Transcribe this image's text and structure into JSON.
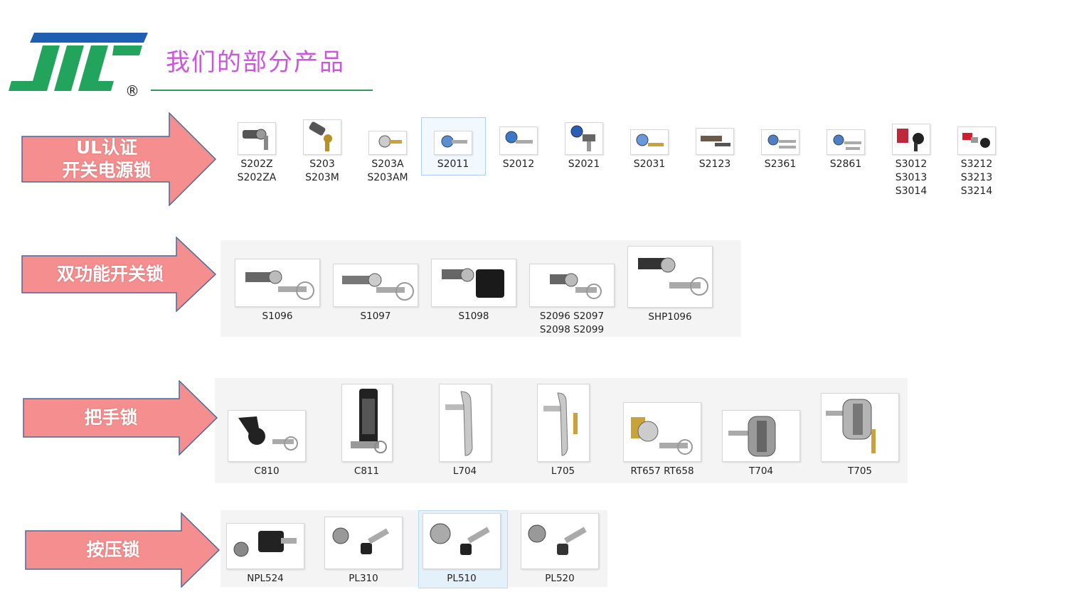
{
  "header": {
    "title": "我们的部分产品",
    "logo_mark": "®"
  },
  "colors": {
    "arrow_fill": "#f58f8f",
    "arrow_stroke": "#4a6a9a",
    "accent_green": "#2a9d5c",
    "logo_blue": "#1f5fb3",
    "logo_green": "#22a45d",
    "title_color": "#cc55dd"
  },
  "sections": [
    {
      "label_lines": [
        "UL认证",
        "开关电源锁"
      ],
      "items": [
        {
          "caption": [
            "S202Z",
            "S202ZA"
          ],
          "icon": "lock-key-icon"
        },
        {
          "caption": [
            "S203",
            "S203M"
          ],
          "icon": "lock-key-icon"
        },
        {
          "caption": [
            "S203A",
            "S203AM"
          ],
          "icon": "lock-key-icon"
        },
        {
          "caption": [
            "S2011"
          ],
          "icon": "lock-key-icon"
        },
        {
          "caption": [
            "S2012"
          ],
          "icon": "lock-key-icon"
        },
        {
          "caption": [
            "S2021"
          ],
          "icon": "lock-key-icon"
        },
        {
          "caption": [
            "S2031"
          ],
          "icon": "lock-key-icon"
        },
        {
          "caption": [
            "S2123"
          ],
          "icon": "lock-key-icon"
        },
        {
          "caption": [
            "S2361"
          ],
          "icon": "lock-key-icon"
        },
        {
          "caption": [
            "S2861"
          ],
          "icon": "lock-key-icon"
        },
        {
          "caption": [
            "S3012",
            "S3013",
            "S3014"
          ],
          "icon": "lock-key-icon"
        },
        {
          "caption": [
            "S3212",
            "S3213",
            "S3214"
          ],
          "icon": "lock-key-icon"
        }
      ]
    },
    {
      "label_lines": [
        "双功能开关锁"
      ],
      "items": [
        {
          "caption": [
            "S1096"
          ],
          "icon": "switch-lock-icon"
        },
        {
          "caption": [
            "S1097"
          ],
          "icon": "switch-lock-icon"
        },
        {
          "caption": [
            "S1098"
          ],
          "icon": "switch-lock-icon"
        },
        {
          "caption": [
            "S2096 S2097",
            "S2098 S2099"
          ],
          "icon": "switch-lock-icon"
        },
        {
          "caption": [
            "SHP1096"
          ],
          "icon": "switch-lock-icon"
        }
      ]
    },
    {
      "label_lines": [
        "把手锁"
      ],
      "items": [
        {
          "caption": [
            "C810"
          ],
          "icon": "handle-lock-icon"
        },
        {
          "caption": [
            "C811"
          ],
          "icon": "handle-lock-icon"
        },
        {
          "caption": [
            "L704"
          ],
          "icon": "handle-lock-icon"
        },
        {
          "caption": [
            "L705"
          ],
          "icon": "handle-lock-icon"
        },
        {
          "caption": [
            "RT657 RT658"
          ],
          "icon": "cam-lock-icon"
        },
        {
          "caption": [
            "T704"
          ],
          "icon": "t-handle-icon"
        },
        {
          "caption": [
            "T705"
          ],
          "icon": "t-handle-icon"
        }
      ]
    },
    {
      "label_lines": [
        "按压锁"
      ],
      "items": [
        {
          "caption": [
            "NPL524"
          ],
          "icon": "push-lock-icon"
        },
        {
          "caption": [
            "PL310"
          ],
          "icon": "push-lock-icon"
        },
        {
          "caption": [
            "PL510"
          ],
          "icon": "push-lock-icon"
        },
        {
          "caption": [
            "PL520"
          ],
          "icon": "push-lock-icon"
        }
      ]
    }
  ]
}
